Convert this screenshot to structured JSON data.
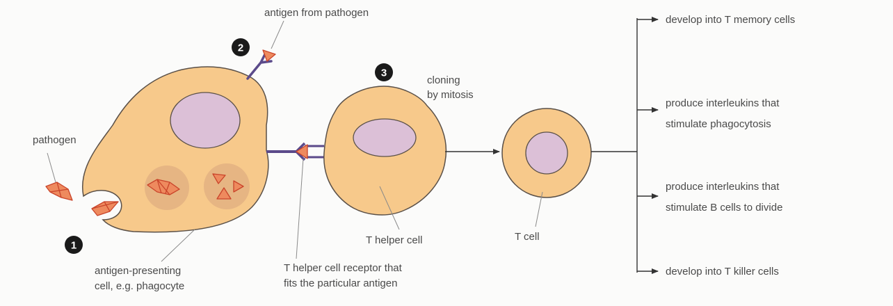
{
  "colors": {
    "cell_fill": "#f7c98b",
    "cell_stroke": "#5a5048",
    "nucleus_fill": "#dcc0d7",
    "vacuole_fill": "#e6b583",
    "pathogen_fill": "#ee8a5e",
    "pathogen_stroke": "#c9442a",
    "receptor": "#5b4a8a",
    "arrow": "#333333",
    "step_circle": "#1a1a1a"
  },
  "labels": {
    "antigen_from_pathogen": "antigen from pathogen",
    "pathogen": "pathogen",
    "cloning_line1": "cloning",
    "cloning_line2": "by mitosis",
    "t_helper_cell": "T helper cell",
    "t_cell": "T cell",
    "apc_line1": "antigen-presenting",
    "apc_line2": "cell, e.g. phagocyte",
    "receptor_line1": "T helper cell receptor that",
    "receptor_line2": "fits the particular antigen"
  },
  "steps": [
    "1",
    "2",
    "3"
  ],
  "outcomes": [
    {
      "line1": "develop into T memory cells",
      "line2": ""
    },
    {
      "line1": "produce interleukins that",
      "line2": "stimulate phagocytosis"
    },
    {
      "line1": "produce interleukins that",
      "line2": "stimulate B cells to divide"
    },
    {
      "line1": "develop into T killer cells",
      "line2": ""
    }
  ]
}
